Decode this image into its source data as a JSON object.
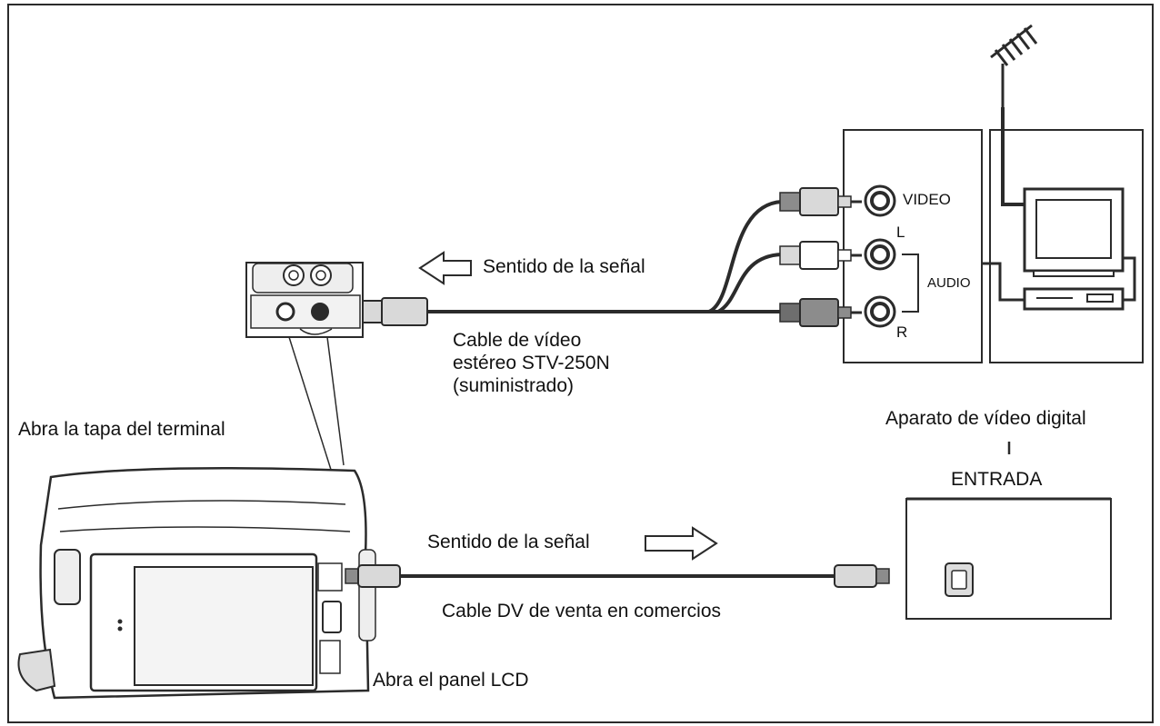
{
  "labels": {
    "signal_direction_top": "Sentido de la señal",
    "stereo_cable_line1": "Cable de vídeo",
    "stereo_cable_line2": "estéreo STV-250N",
    "stereo_cable_line3": "(suministrado)",
    "open_terminal_cover": "Abra la tapa del terminal",
    "video_jack": "VIDEO",
    "audio_left": "L",
    "audio_right": "R",
    "audio": "AUDIO",
    "digital_video_device": "Aparato de vídeo digital",
    "input": "ENTRADA",
    "signal_direction_bottom": "Sentido de la señal",
    "dv_cable": "Cable DV de venta en comercios",
    "open_lcd_panel": "Abra el panel LCD"
  },
  "colors": {
    "line": "#2b2b2b",
    "cable": "#3a3a3a",
    "plug_light": "#d9d9d9",
    "plug_dark": "#8c8c8c",
    "screen": "#f4f4f4"
  }
}
